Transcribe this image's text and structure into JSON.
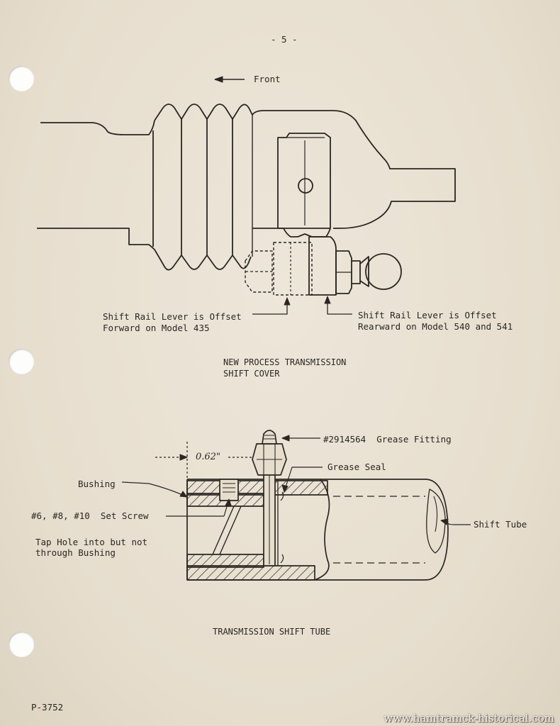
{
  "page": {
    "page_number": "- 5 -",
    "doc_code": "P-3752",
    "watermark": "www.hamtramck-historical.com"
  },
  "figure1": {
    "front_label": "Front",
    "callout_left_line1": "Shift Rail Lever is Offset",
    "callout_left_line2": "Forward on Model 435",
    "callout_right_line1": "Shift Rail Lever is Offset",
    "callout_right_line2": "Rearward on Model 540 and 541",
    "caption_line1": "NEW PROCESS TRANSMISSION",
    "caption_line2": "SHIFT COVER"
  },
  "figure2": {
    "grease_fitting_label": "#2914564  Grease Fitting",
    "dimension_label": "0.62\"",
    "grease_seal_label": "Grease Seal",
    "bushing_label": "Bushing",
    "set_screw_label": "#6, #8, #10  Set Screw",
    "tap_hole_line1": "Tap Hole into but not",
    "tap_hole_line2": "through Bushing",
    "shift_tube_label": "Shift Tube",
    "caption": "TRANSMISSION SHIFT TUBE"
  }
}
